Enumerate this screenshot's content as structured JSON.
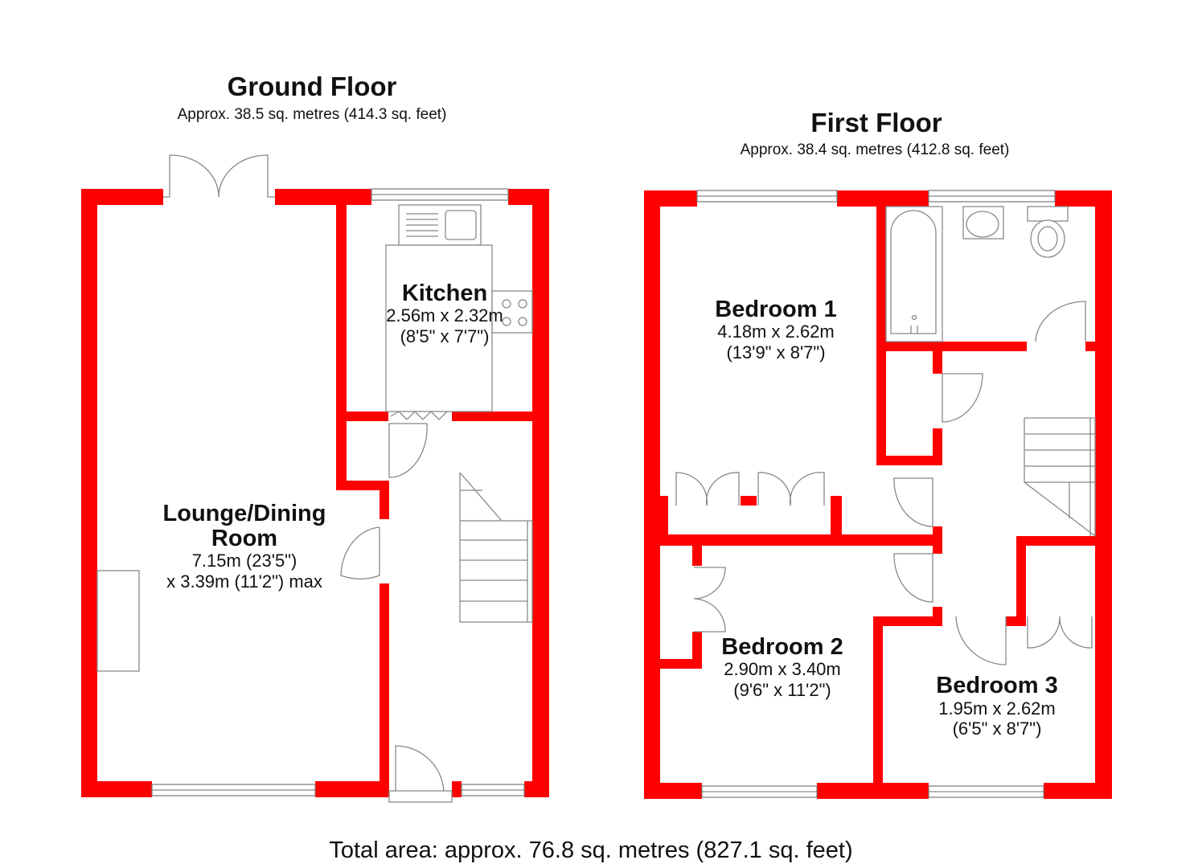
{
  "ground_floor": {
    "title": "Ground Floor",
    "area": "Approx. 38.5 sq. metres (414.3 sq. feet)",
    "rooms": {
      "kitchen": {
        "name": "Kitchen",
        "dim1": "2.56m x 2.32m",
        "dim2": "(8'5\" x 7'7\")"
      },
      "lounge": {
        "name1": "Lounge/Dining",
        "name2": "Room",
        "dim1": "7.15m (23'5\")",
        "dim2": "x 3.39m (11'2\") max"
      }
    }
  },
  "first_floor": {
    "title": "First Floor",
    "area": "Approx. 38.4 sq. metres (412.8 sq. feet)",
    "rooms": {
      "bedroom1": {
        "name": "Bedroom 1",
        "dim1": "4.18m x 2.62m",
        "dim2": "(13'9\" x 8'7\")"
      },
      "bedroom2": {
        "name": "Bedroom 2",
        "dim1": "2.90m x 3.40m",
        "dim2": "(9'6\" x 11'2\")"
      },
      "bedroom3": {
        "name": "Bedroom 3",
        "dim1": "1.95m x 2.62m",
        "dim2": "(6'5\" x 8'7\")"
      }
    }
  },
  "total_area": "Total area: approx. 76.8 sq. metres (827.1 sq. feet)",
  "colors": {
    "wall": "#ff0000",
    "fixture_line": "#888888",
    "background": "#ffffff"
  }
}
